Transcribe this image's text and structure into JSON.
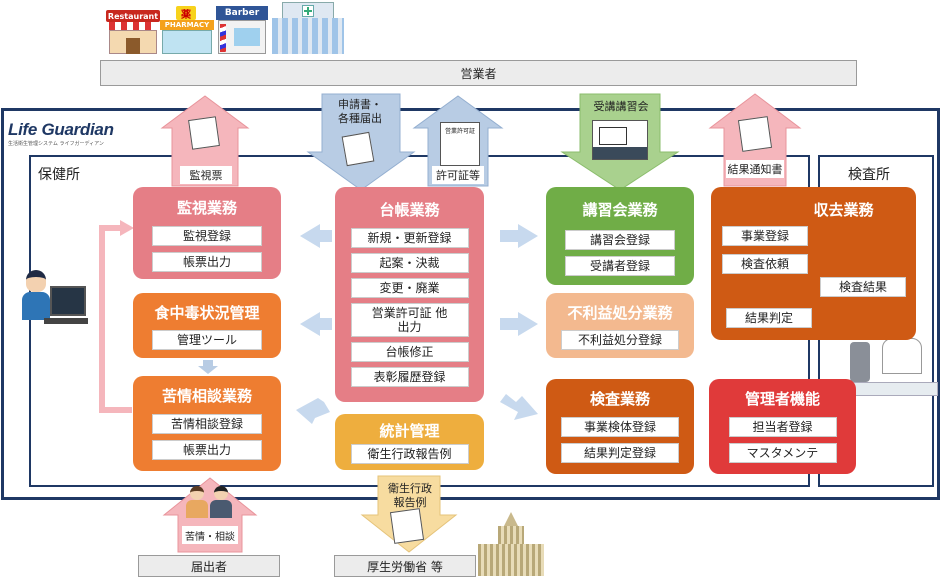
{
  "colors": {
    "navy": "#1f3864",
    "pink": "#e57e86",
    "orange": "#ee7d31",
    "green": "#70ad47",
    "red": "#e03a3a",
    "deep_orange": "#cf5a14",
    "yellow": "#eeae3e",
    "light_orange": "#f3b98f",
    "arrow_pink": "#f5b6bc",
    "arrow_blue": "#b8cce4",
    "arrow_green": "#a9d18e"
  },
  "top_signs": {
    "restaurant": "Restaurant",
    "pharmacy": "PHARMACY",
    "pharmacy_kanji": "薬",
    "barber": "Barber"
  },
  "operators_label": "営業者",
  "logo": {
    "name": "Life Guardian",
    "tagline": "生活衛生管理システム ライフガーディアン"
  },
  "sections": {
    "hokenjo": "保健所",
    "kensajo": "検査所"
  },
  "arrows": {
    "kanshihyo": "監視票",
    "shinseisho": "申請書・\n各種届出",
    "kyokasho": "許可証等",
    "certificate_title": "営業許可証",
    "jukou": "受講講習会",
    "kekka": "結果通知書",
    "kujo": "苦情・相談",
    "eisei": "衛生行政\n報告例"
  },
  "modules": {
    "kanshi": {
      "title": "監視業務",
      "items": [
        "監視登録",
        "帳票出力"
      ]
    },
    "shokuchu": {
      "title": "食中毒状況管理",
      "items": [
        "管理ツール"
      ]
    },
    "kujo": {
      "title": "苦情相談業務",
      "items": [
        "苦情相談登録",
        "帳票出力"
      ]
    },
    "daicho": {
      "title": "台帳業務",
      "items": [
        "新規・更新登録",
        "起案・決裁",
        "変更・廃業",
        "営業許可証 他\n出力",
        "台帳修正",
        "表彰履歴登録"
      ]
    },
    "toukei": {
      "title": "統計管理",
      "items": [
        "衛生行政報告例"
      ]
    },
    "koushu": {
      "title": "講習会業務",
      "items": [
        "講習会登録",
        "受講者登録"
      ]
    },
    "furieki": {
      "title": "不利益処分業務",
      "items": [
        "不利益処分登録"
      ]
    },
    "kensa": {
      "title": "検査業務",
      "items": [
        "事業検体登録",
        "結果判定登録"
      ]
    },
    "shukyo": {
      "title": "収去業務",
      "items": [
        "事業登録",
        "検査依頼",
        "検査結果",
        "結果判定"
      ]
    },
    "kanrisha": {
      "title": "管理者機能",
      "items": [
        "担当者登録",
        "マスタメンテ"
      ]
    }
  },
  "bottom": {
    "todokede": "届出者",
    "kouro": "厚生労働省 等"
  }
}
